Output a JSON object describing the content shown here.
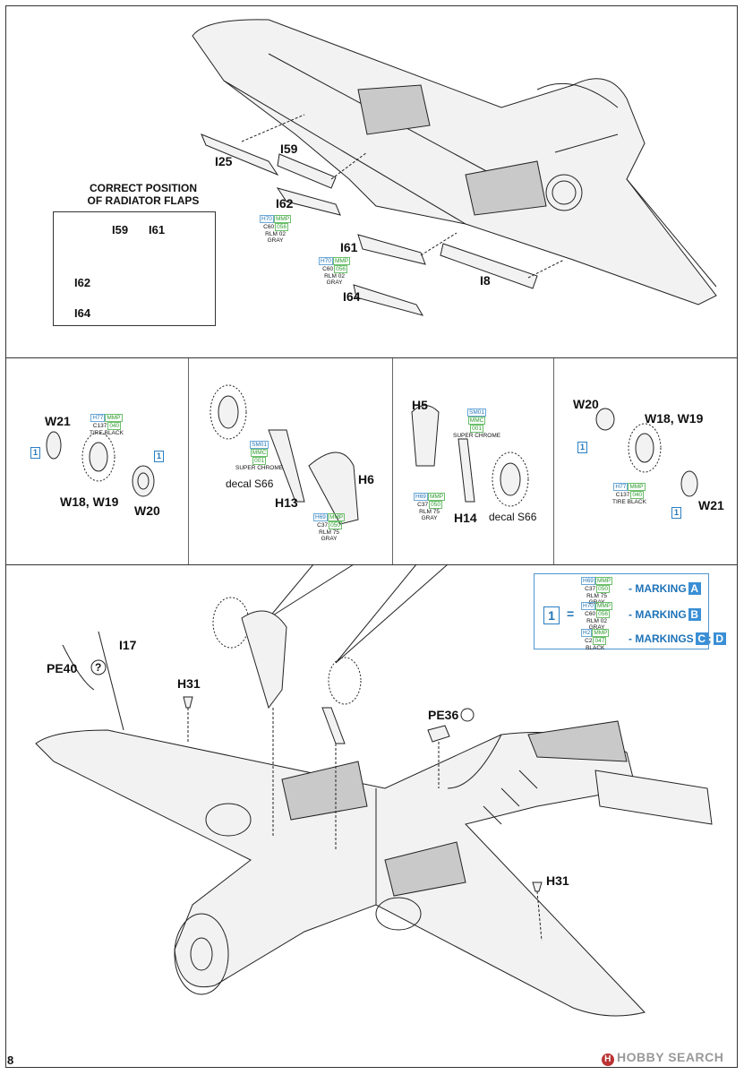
{
  "page_number": "8",
  "watermark": "HOBBY SEARCH",
  "radiator_inset": {
    "title_line1": "CORRECT POSITION",
    "title_line2": "OF RADIATOR FLAPS",
    "parts": [
      "I59",
      "I61",
      "I62",
      "I64"
    ]
  },
  "top_section": {
    "parts": [
      "I25",
      "I59",
      "I62",
      "I61",
      "I64",
      "I8"
    ],
    "color_codes": [
      {
        "h": "H70",
        "mmp": "MMP",
        "c": "C60",
        "mmpnum": "056",
        "name1": "RLM 02",
        "name2": "GRAY"
      },
      {
        "h": "H70",
        "mmp": "MMP",
        "c": "C60",
        "mmpnum": "056",
        "name1": "RLM 02",
        "name2": "GRAY"
      }
    ]
  },
  "wheel_panel_left": {
    "parts": [
      "W21",
      "W18, W19",
      "W20"
    ],
    "color": {
      "h": "H77",
      "mmp": "MMP",
      "c": "C137",
      "mmpnum": "040",
      "name": "TIRE BLACK"
    },
    "box1": "1",
    "box2": "1"
  },
  "strut_panel_left": {
    "parts": [
      "H6",
      "H13"
    ],
    "decal": "decal S66",
    "chrome": {
      "sm": "SM01",
      "mmc": "MMC",
      "num": "001",
      "name": "SUPER CHROME"
    },
    "gray": {
      "h": "H69",
      "mmp": "MMP",
      "c": "C37",
      "mmpnum": "050",
      "name1": "RLM 75",
      "name2": "GRAY"
    }
  },
  "strut_panel_right": {
    "parts": [
      "H5",
      "H14"
    ],
    "decal": "decal S66",
    "chrome": {
      "sm": "SM01",
      "mmc": "MMC",
      "num": "001",
      "name": "SUPER CHROME"
    },
    "gray": {
      "h": "H69",
      "mmp": "MMP",
      "c": "C37",
      "mmpnum": "050",
      "name1": "RLM 75",
      "name2": "GRAY"
    }
  },
  "wheel_panel_right": {
    "parts": [
      "W20",
      "W18, W19",
      "W21"
    ],
    "color": {
      "h": "H77",
      "mmp": "MMP",
      "c": "C137",
      "mmpnum": "040",
      "name": "TIRE BLACK"
    },
    "box1": "1",
    "box2": "1"
  },
  "legend": {
    "number": "1",
    "equals": "=",
    "rows": [
      {
        "h": "H69",
        "mmp": "MMP",
        "c": "C37",
        "mmpnum": "050",
        "name1": "RLM 75",
        "name2": "GRAY",
        "label": "- MARKING",
        "tags": [
          "A"
        ]
      },
      {
        "h": "H70",
        "mmp": "MMP",
        "c": "C60",
        "mmpnum": "056",
        "name1": "RLM 02",
        "name2": "GRAY",
        "label": "- MARKING",
        "tags": [
          "B"
        ]
      },
      {
        "h": "H2",
        "mmp": "MMP",
        "c": "C2",
        "mmpnum": "047",
        "name1": "BLACK",
        "name2": "",
        "label": "- MARKINGS",
        "tags": [
          "C",
          "D"
        ]
      }
    ],
    "tag_sep": ";"
  },
  "bottom_section": {
    "parts": [
      "PE40",
      "I17",
      "H31",
      "PE36",
      "H31"
    ],
    "question_mark": "?"
  }
}
